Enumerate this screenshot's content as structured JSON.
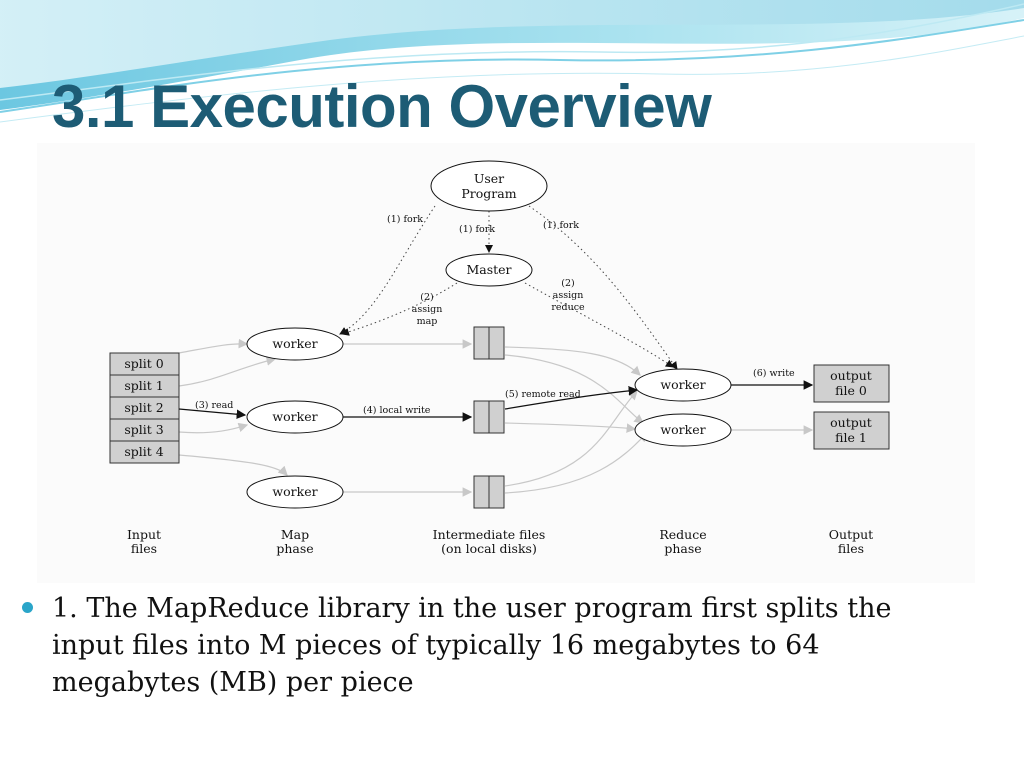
{
  "slide": {
    "title": "3.1 Execution Overview"
  },
  "diagram": {
    "user_program": [
      "User",
      "Program"
    ],
    "master": "Master",
    "fork_left": "(1) fork",
    "fork_center": "(1) fork",
    "fork_right": "(1) fork",
    "assign_map": [
      "(2)",
      "assign",
      "map"
    ],
    "assign_reduce": [
      "(2)",
      "assign",
      "reduce"
    ],
    "splits": [
      "split 0",
      "split 1",
      "split 2",
      "split 3",
      "split 4"
    ],
    "map_workers": [
      "worker",
      "worker",
      "worker"
    ],
    "reduce_workers": [
      "worker",
      "worker"
    ],
    "read": "(3) read",
    "local_write": "(4) local write",
    "remote_read": "(5) remote read",
    "write": "(6) write",
    "outputs": [
      [
        "output",
        "file 0"
      ],
      [
        "output",
        "file 1"
      ]
    ],
    "phases": [
      [
        "Input",
        "files"
      ],
      [
        "Map",
        "phase"
      ],
      [
        "Intermediate files",
        "(on local disks)"
      ],
      [
        "Reduce",
        "phase"
      ],
      [
        "Output",
        "files"
      ]
    ]
  },
  "bullets": [
    "1. The MapReduce library in the user program first splits the input files into M pieces of typically 16 megabytes to 64 megabytes (MB) per piece"
  ],
  "colors": {
    "title": "#1d5c75",
    "bullet": "#2aa5c9",
    "banner_light": "#cfeef5",
    "banner_mid": "#8fd6e8",
    "banner_dark": "#4fb7d6"
  }
}
